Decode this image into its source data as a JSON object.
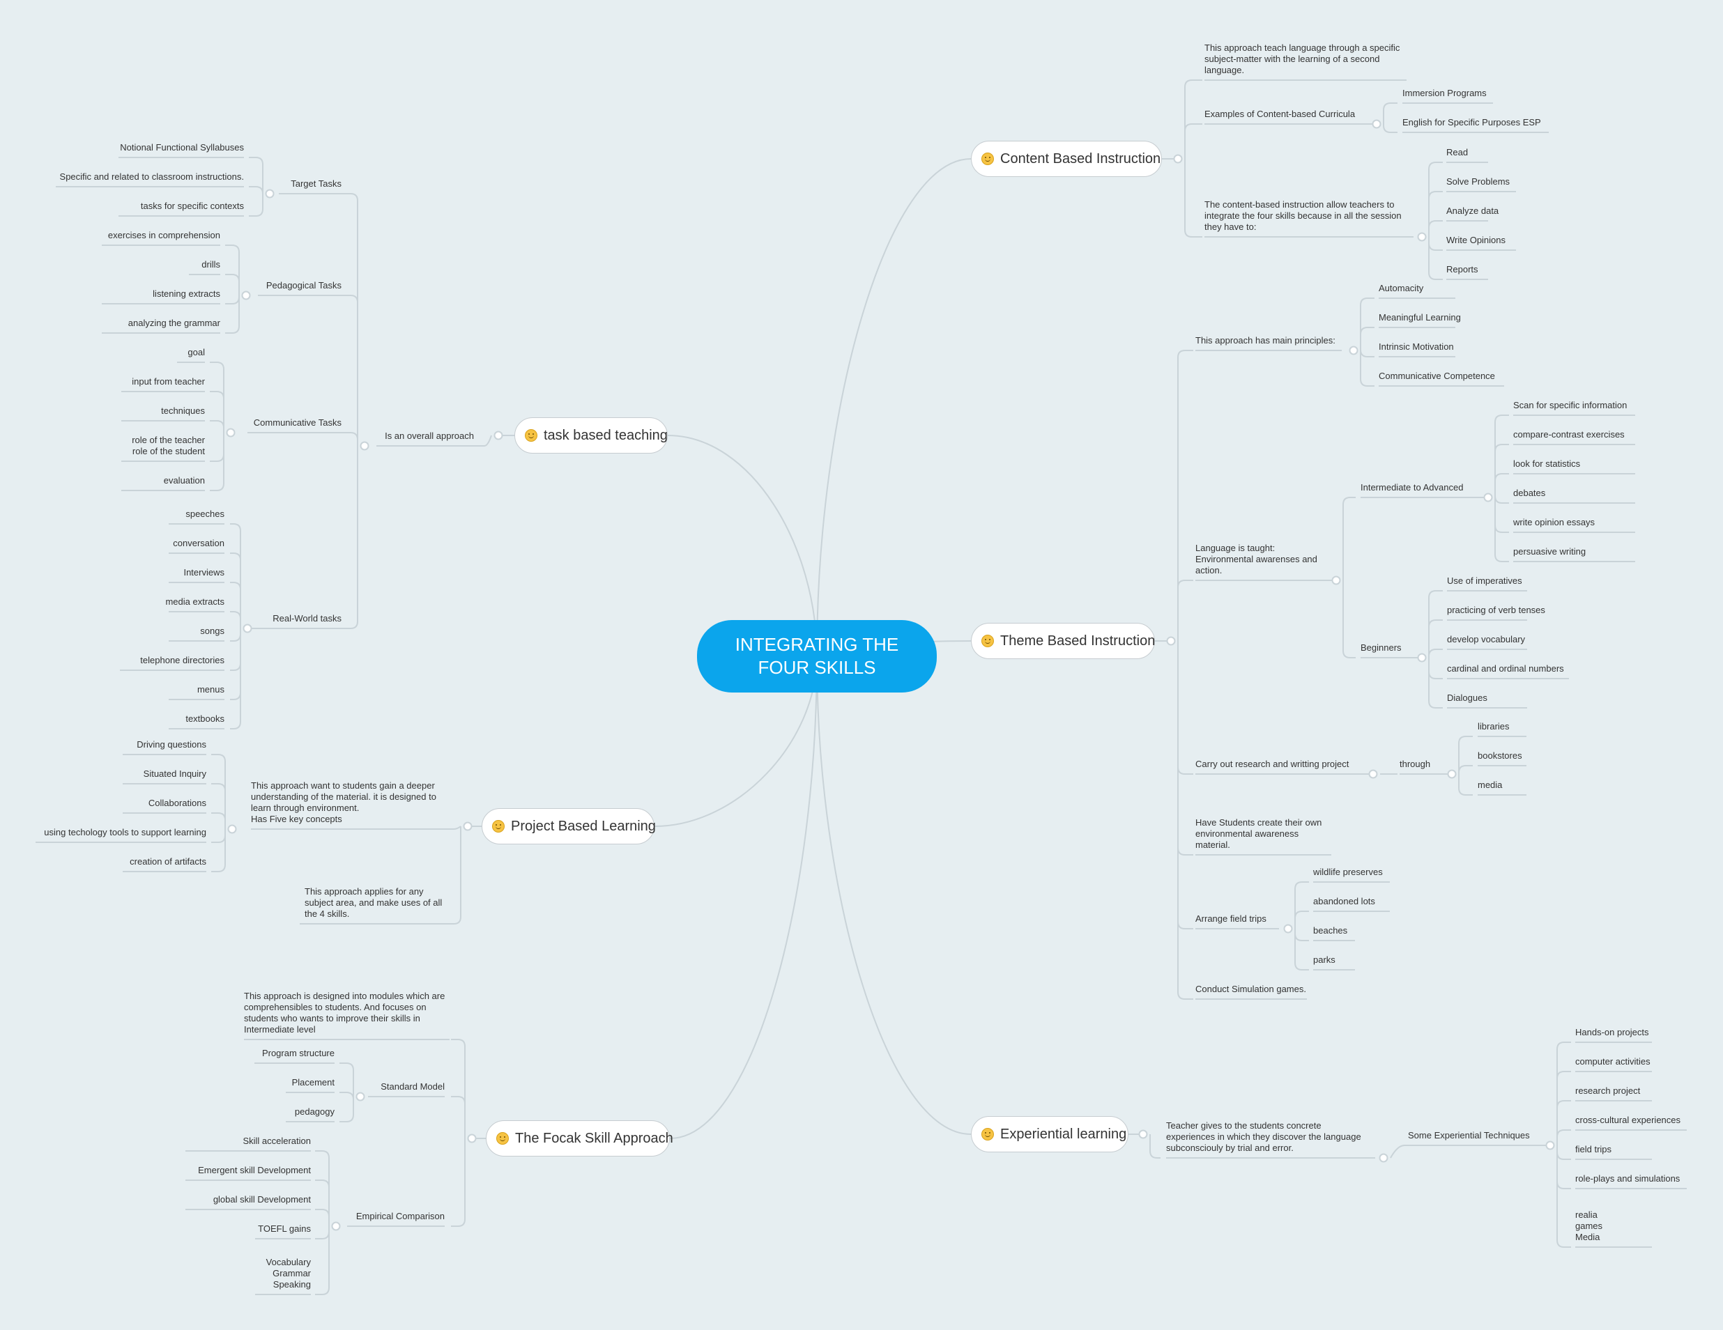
{
  "central": {
    "title": "INTEGRATING THE FOUR SKILLS"
  },
  "topics": {
    "content": "Content Based Instruction",
    "theme": "Theme Based Instruction",
    "experiential": "Experiential learning",
    "task": "task based teaching",
    "project": "Project Based Learning",
    "focak": "The Focak Skill Approach"
  },
  "content_based": {
    "intro": "This approach teach language through a specific\nsubject-matter with the learning of a second\nlanguage.",
    "examples": "Examples of Content-based Curricula",
    "example_items": [
      "Immersion Programs",
      "English for Specific Purposes ESP"
    ],
    "integrate": "The content-based instruction allow teachers to\nintegrate the four skills because in all the session\nthey have to:",
    "integrate_items": [
      "Read",
      "Solve Problems",
      "Analyze data",
      "Write Opinions",
      "Reports"
    ]
  },
  "theme_based": {
    "principles": "This approach has main principles:",
    "principle_items": [
      "Automacity",
      "Meaningful Learning",
      "Intrinsic Motivation",
      "Communicative Competence"
    ],
    "taught": "Language is taught:\nEnvironmental awarenses and\naction.",
    "intermediate": "Intermediate to Advanced",
    "intermediate_items": [
      "Scan for specific information",
      "compare-contrast exercises",
      "look for statistics",
      "debates",
      "write opinion essays",
      "persuasive writing"
    ],
    "beginners": "Beginners",
    "beginner_items": [
      "Use of imperatives",
      "practicing of verb tenses",
      "develop vocabulary",
      "cardinal and ordinal numbers",
      "Dialogues"
    ],
    "research": "Carry out research and writting project",
    "through": "through",
    "through_items": [
      "libraries",
      "bookstores",
      "media"
    ],
    "create": "Have Students create their own\nenvironmental awareness\nmaterial.",
    "field_trips": "Arrange field trips",
    "field_items": [
      "wildlife preserves",
      "abandoned lots",
      "beaches",
      "parks"
    ],
    "simulation": "Conduct Simulation games."
  },
  "experiential": {
    "teacher": "Teacher gives to the students concrete\nexperiences in which they discover the language\nsubconsciouly by trial and error.",
    "techniques": "Some Experiential Techniques",
    "technique_items": [
      "Hands-on projects",
      "computer activities",
      "research project",
      "cross-cultural experiences",
      "field trips",
      "role-plays and simulations",
      "realia\ngames\nMedia"
    ]
  },
  "task_based": {
    "overall": "Is an overall approach",
    "target": "Target Tasks",
    "target_items": [
      "Notional Functional Syllabuses",
      "Specific and related to classroom instructions.",
      "tasks for specific contexts"
    ],
    "pedagogical": "Pedagogical Tasks",
    "pedagogical_items": [
      "exercises in comprehension",
      "drills",
      "listening extracts",
      "analyzing the grammar"
    ],
    "communicative": "Communicative Tasks",
    "communicative_items": [
      "goal",
      "input from teacher",
      "techniques",
      "role of the teacher\nrole of the student",
      "evaluation"
    ],
    "realworld": "Real-World tasks",
    "realworld_items": [
      "speeches",
      "conversation",
      "Interviews",
      "media extracts",
      "songs",
      "telephone directories",
      "menus",
      "textbooks"
    ]
  },
  "project_based": {
    "deeper": "This approach want to students gain a deeper\nunderstanding of the material. it is designed to\nlearn through environment.\nHas Five key concepts",
    "concepts": [
      "Driving questions",
      "Situated Inquiry",
      "Collaborations",
      "using techology tools to support learning",
      "creation of artifacts"
    ],
    "applies": "This approach applies for any\nsubject area, and make uses of all\nthe 4 skills."
  },
  "focak": {
    "modules": "This approach is designed into modules which are\ncomprehensibles to students. And focuses on\nstudents who wants to improve their skills in\nIntermediate level",
    "standard": "Standard Model",
    "standard_items": [
      "Program structure",
      "Placement",
      "pedagogy"
    ],
    "empirical": "Empirical Comparison",
    "empirical_items": [
      "Skill acceleration",
      "Emergent skill Development",
      "global skill Development",
      "TOEFL gains",
      "Vocabulary\nGrammar\nSpeaking"
    ]
  }
}
